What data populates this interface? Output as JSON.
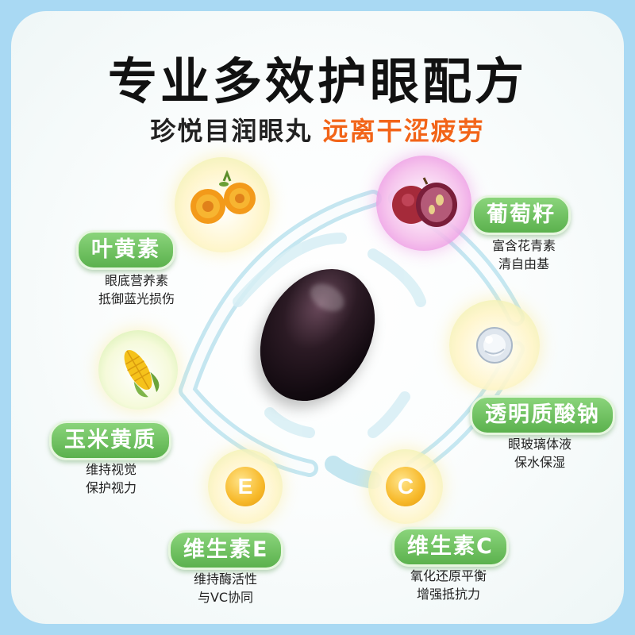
{
  "header": {
    "title": "专业多效护眼配方",
    "subtitle_product": "珍悦目润眼丸",
    "subtitle_highlight": "远离干涩疲劳"
  },
  "ingredients": [
    {
      "name": "叶黄素",
      "desc_line1": "眼底营养素",
      "desc_line2": "抵御蓝光损伤",
      "icon": "marigold-icon"
    },
    {
      "name": "葡萄籽",
      "desc_line1": "富含花青素",
      "desc_line2": "清自由基",
      "icon": "grape-icon"
    },
    {
      "name": "玉米黄质",
      "desc_line1": "维持视觉",
      "desc_line2": "保护视力",
      "icon": "corn-icon"
    },
    {
      "name": "透明质酸钠",
      "desc_line1": "眼玻璃体液",
      "desc_line2": "保水保湿",
      "icon": "water-drop-icon"
    },
    {
      "name": "维生素E",
      "desc_line1": "维持酶活性",
      "desc_line2": "与VC协同",
      "icon": "vitamin-e-icon",
      "badge": "E"
    },
    {
      "name": "维生素C",
      "desc_line1": "氧化还原平衡",
      "desc_line2": "增强抵抗力",
      "icon": "vitamin-c-icon",
      "badge": "C"
    }
  ],
  "colors": {
    "background": "#a9d9f3",
    "accent_orange": "#f26418",
    "label_green": "#6cc25c",
    "eye_outline": "#bfe4ef"
  }
}
